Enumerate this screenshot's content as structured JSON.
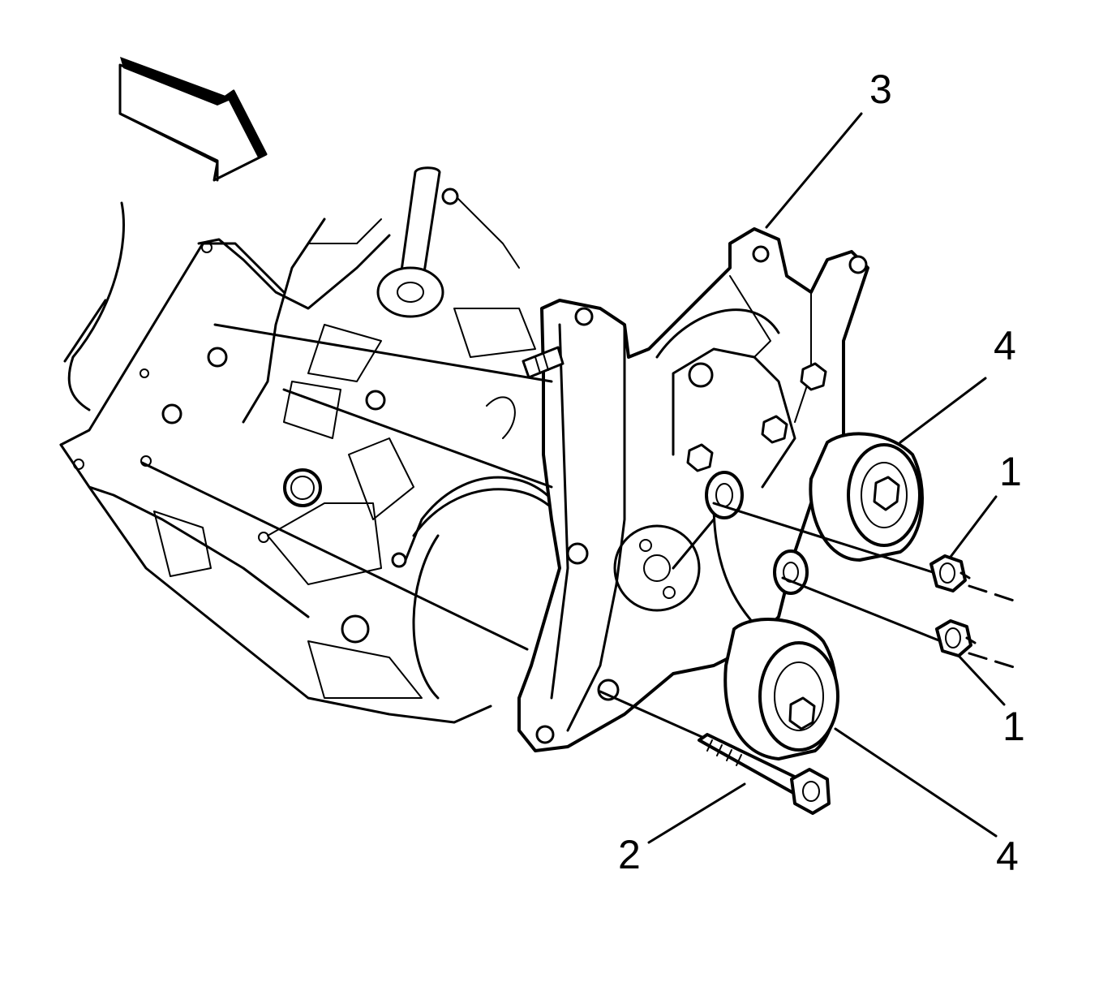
{
  "callouts": {
    "label_3": "3",
    "label_4_upper": "4",
    "label_1_upper": "1",
    "label_1_lower": "1",
    "label_2": "2",
    "label_4_lower": "4"
  },
  "colors": {
    "ink": "#000000",
    "paper": "#ffffff"
  },
  "icons": {
    "direction": "view-direction-arrow-icon"
  }
}
